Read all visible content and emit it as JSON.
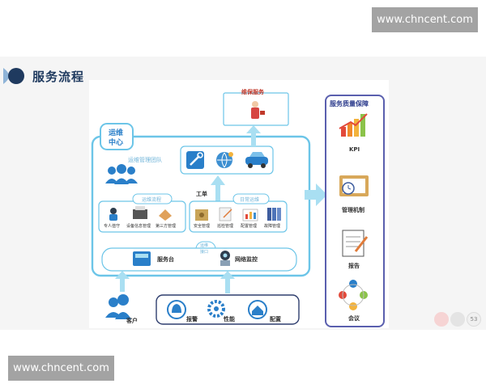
{
  "watermark": {
    "top": "www.chncent.com",
    "bottom": "www.chncent.com"
  },
  "slide": {
    "title": "服务流程",
    "page_number": "53"
  },
  "diagram": {
    "repair_service": "维保服务",
    "center": {
      "line1": "运维",
      "line2": "中心"
    },
    "team_label": "运维管理团队",
    "work_order": "工单",
    "support_process": "运维流程",
    "daily_process": "日常运维",
    "left_items": [
      "专人值守",
      "设备信息管理",
      "第三方管理"
    ],
    "right_items": [
      "安全管理",
      "巡检管理",
      "配置管理",
      "故障管理"
    ],
    "entry": {
      "line1": "运维",
      "line2": "接口"
    },
    "service_desk": "服务台",
    "network_monitor": "网络监控",
    "customer": "客户",
    "sources": [
      "报警",
      "性能",
      "配置"
    ]
  },
  "quality": {
    "title": "服务质量保障",
    "items": [
      "KPI",
      "管理机制",
      "报告",
      "会议"
    ]
  },
  "colors": {
    "frame": "#6cc5e8",
    "arrow": "#a9dff2",
    "quality_border": "#5a5fae",
    "title_text": "#1f3a5f",
    "watermark_bg": "#a3a3a3"
  }
}
